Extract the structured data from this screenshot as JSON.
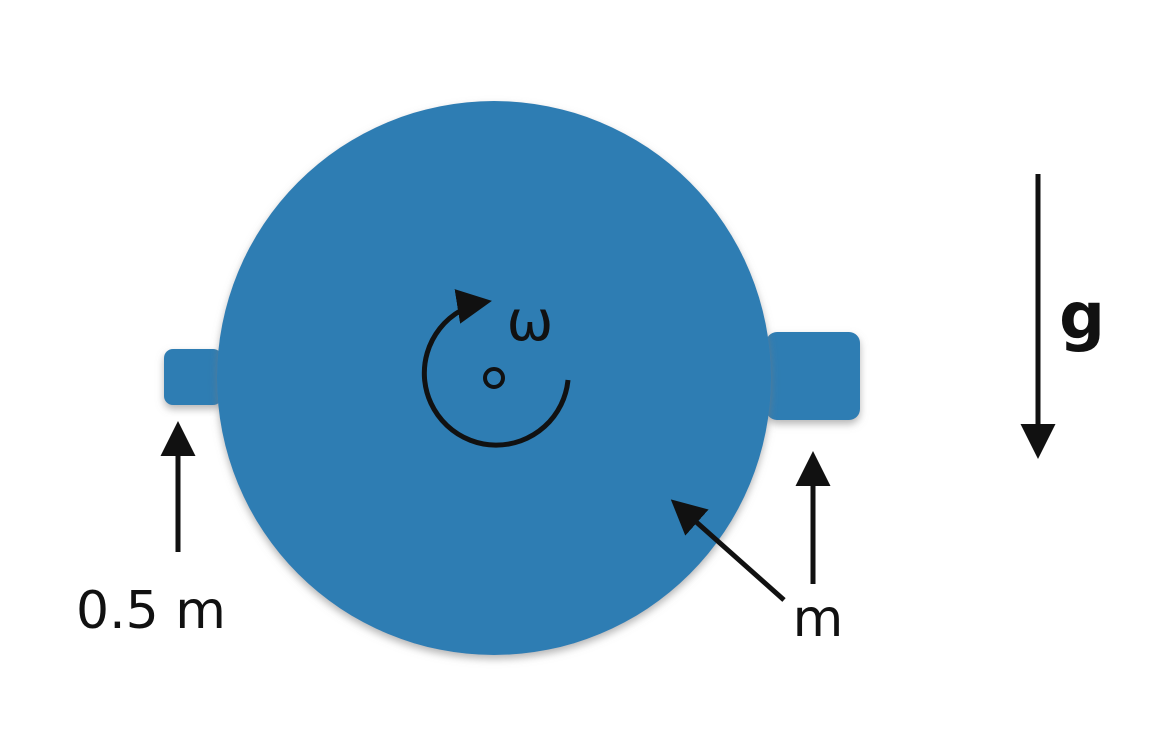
{
  "labels": {
    "omega": "ω",
    "gravity": "g",
    "small_mass": "0.5 m",
    "disk_and_large_mass": "m"
  },
  "colors": {
    "object_fill": "#2f7db3",
    "object_shadow": "#9a9a9a",
    "ink": "#111111",
    "background": "#ffffff"
  },
  "icons": {
    "rotation": "rotation-arc-arrow",
    "pivot": "pivot-circle",
    "gravity": "down-arrow"
  }
}
